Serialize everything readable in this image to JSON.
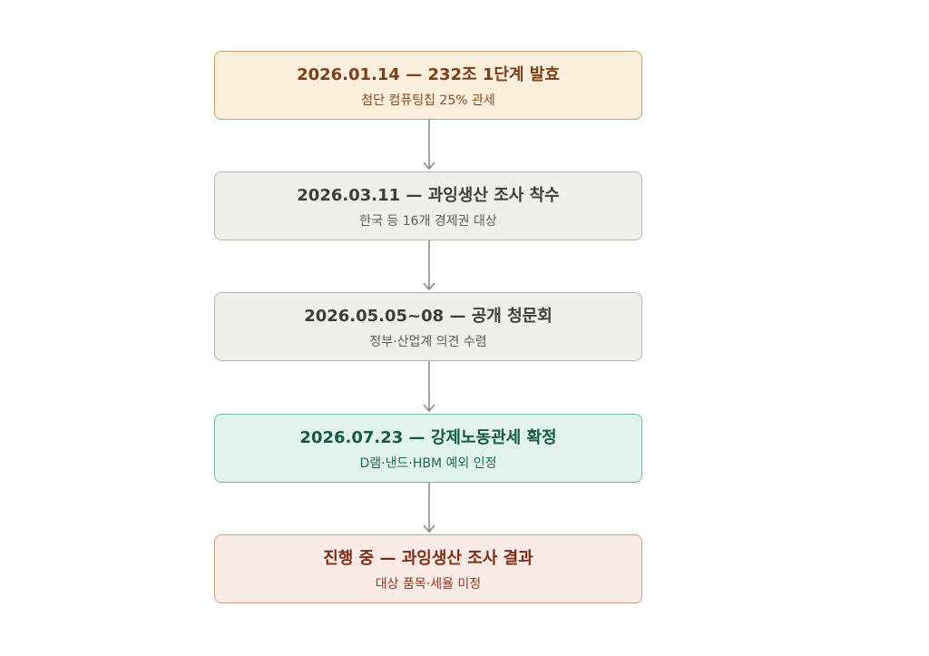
{
  "steps": [
    {
      "title": "2026.01.14 — 232조 1단계 발효",
      "subtitle": "첨단 컴퓨팅칩 25% 관세",
      "colors": {
        "fill": "#fbeedd",
        "border": "#d79a64",
        "title": "#7d3f16",
        "subtitle": "#8a4b22"
      }
    },
    {
      "title": "2026.03.11 — 과잉생산 조사 착수",
      "subtitle": "한국 등 16개 경제권 대상",
      "colors": {
        "fill": "#f1efe9",
        "border": "#b9b5ad",
        "title": "#3d3d3a",
        "subtitle": "#5e5d59"
      }
    },
    {
      "title": "2026.05.05~08 — 공개 청문회",
      "subtitle": "정부·산업계 의견 수렴",
      "colors": {
        "fill": "#f1efe9",
        "border": "#b9b5ad",
        "title": "#3d3d3a",
        "subtitle": "#5e5d59"
      }
    },
    {
      "title": "2026.07.23 — 강제노동관세 확정",
      "subtitle": "D램·낸드·HBM 예외 인정",
      "colors": {
        "fill": "#e2f3ec",
        "border": "#6fbd9b",
        "title": "#145a43",
        "subtitle": "#1e6b51"
      }
    },
    {
      "title": "진행 중 — 과잉생산 조사 결과",
      "subtitle": "대상 품목·세율 미정",
      "colors": {
        "fill": "#fbebe6",
        "border": "#d99a85",
        "title": "#7e2c14",
        "subtitle": "#8a3a22"
      }
    }
  ],
  "arrow_color": "#8a8a86"
}
